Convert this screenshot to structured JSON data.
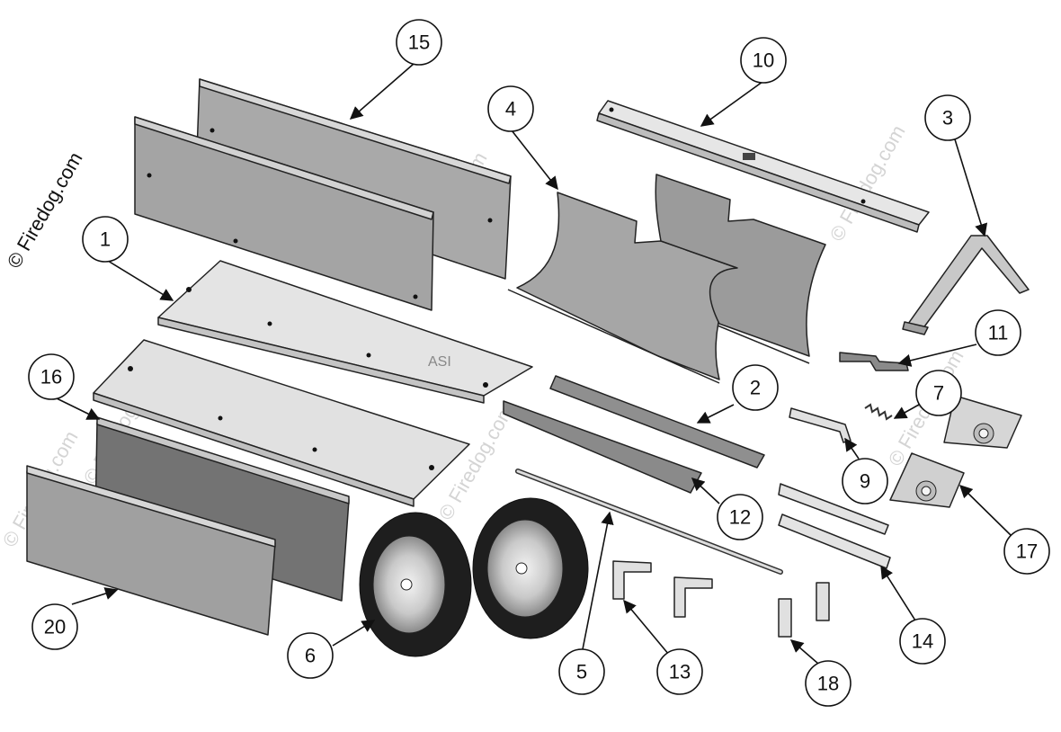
{
  "watermark": "© Firedog.com",
  "stray_mark": "ASI",
  "callouts": [
    "1",
    "2",
    "3",
    "4",
    "5",
    "6",
    "7",
    "9",
    "10",
    "11",
    "12",
    "13",
    "14",
    "15",
    "16",
    "17",
    "18",
    "20"
  ],
  "arrow_color": "#111111",
  "part_colors": {
    "light": "#dcdcdc",
    "medium": "#b4b4b4",
    "dark": "#8e8e8e",
    "tire": "#1e1e1e"
  }
}
